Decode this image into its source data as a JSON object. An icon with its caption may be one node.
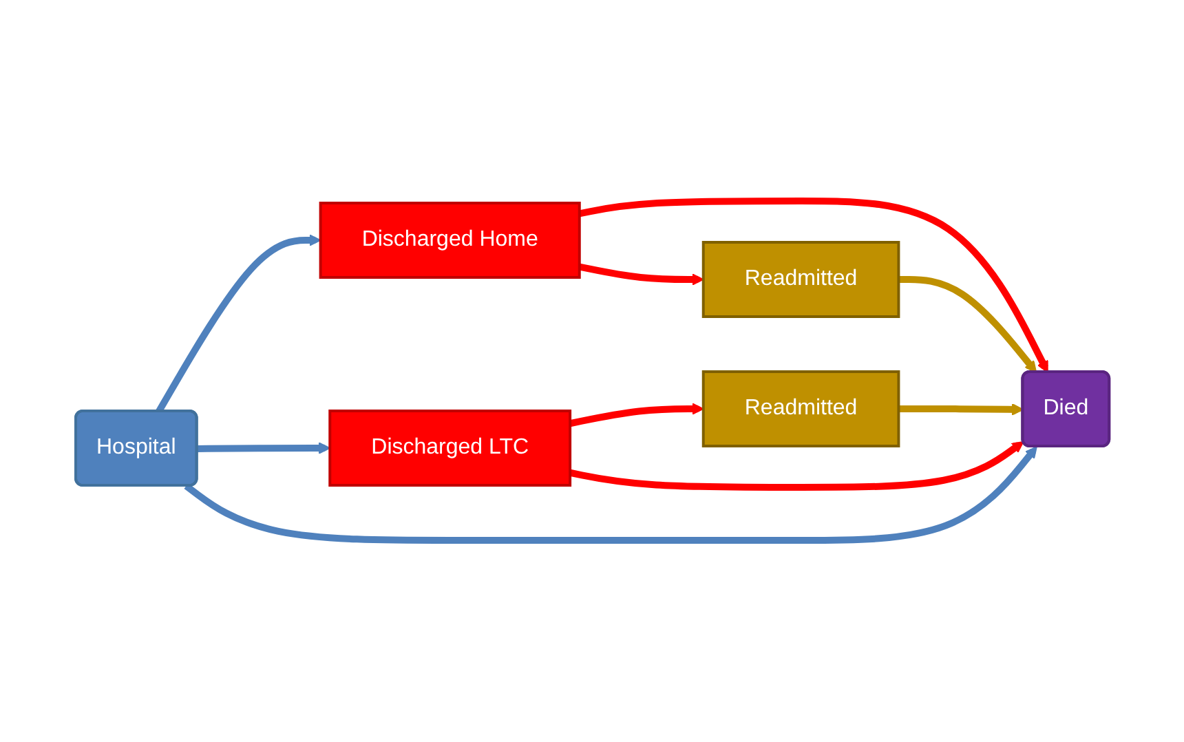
{
  "diagram": {
    "nodes": [
      {
        "text": [
          "Hospital"
        ]
      },
      {
        "text": [
          "Discharged Home"
        ]
      },
      {
        "text": [
          "Readmitted"
        ]
      },
      {
        "text": [
          "Discharged LTC"
        ]
      },
      {
        "text": [
          "Readmitted"
        ]
      },
      {
        "text": [
          "Died"
        ]
      }
    ],
    "edges": [
      {
        "from": 0,
        "to": 1,
        "arrow": "to",
        "color": "#4f81bd"
      },
      {
        "from": 1,
        "to": 5,
        "arrow": "to",
        "color": "#ff0000"
      },
      {
        "from": 1,
        "to": 2,
        "arrow": "to",
        "color": "#ff0000"
      },
      {
        "from": 2,
        "to": 5,
        "arrow": "to",
        "color": "#bf9000"
      },
      {
        "from": 0,
        "to": 3,
        "arrow": "to",
        "color": "#4f81bd"
      },
      {
        "from": 3,
        "to": 4,
        "arrow": "to",
        "color": "#ff0000"
      },
      {
        "from": 4,
        "to": 5,
        "arrow": "to",
        "color": "#bf9000"
      },
      {
        "from": 3,
        "to": 5,
        "arrow": "to",
        "color": "#ff0000"
      },
      {
        "from": 0,
        "to": 5,
        "arrow": "to",
        "color": "#4f81bd"
      }
    ]
  }
}
